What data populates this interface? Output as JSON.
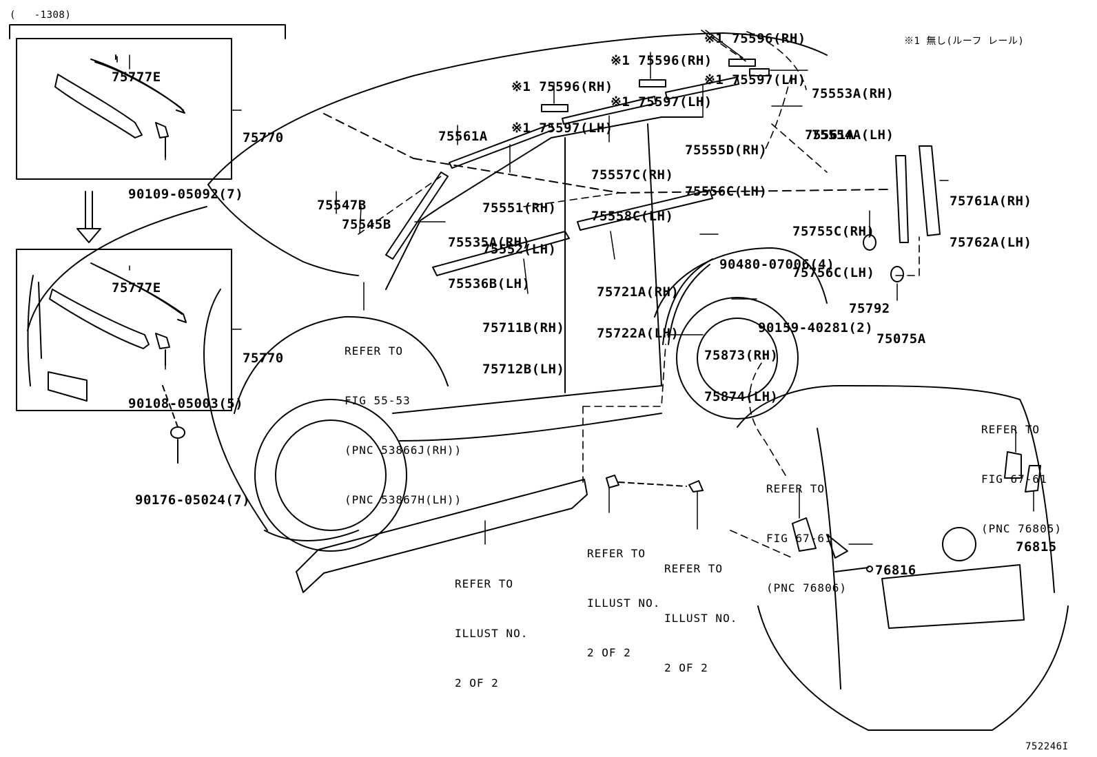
{
  "header": {
    "range_label": "(   -1308)"
  },
  "note": "※1 無し(ルーフ レール)",
  "figure_id": "752246I",
  "callouts": [
    {
      "id": "c75777E_top",
      "lines": [
        "75777E"
      ]
    },
    {
      "id": "c75770_top",
      "lines": [
        "75770"
      ]
    },
    {
      "id": "c90109",
      "lines": [
        "90109-05092(7)"
      ]
    },
    {
      "id": "c75777E_bot",
      "lines": [
        "75777E"
      ]
    },
    {
      "id": "c75770_bot",
      "lines": [
        "75770"
      ]
    },
    {
      "id": "c90108",
      "lines": [
        "90108-05003(5)"
      ]
    },
    {
      "id": "c90176",
      "lines": [
        "90176-05024(7)"
      ]
    },
    {
      "id": "c75547B",
      "lines": [
        "75547B"
      ]
    },
    {
      "id": "c75545B",
      "lines": [
        "75545B"
      ]
    },
    {
      "id": "c75561A_left",
      "lines": [
        "75561A"
      ]
    },
    {
      "id": "c75596_a",
      "lines": [
        "※1 75596(RH)",
        "※1 75597(LH)"
      ]
    },
    {
      "id": "c75596_b",
      "lines": [
        "※1 75596(RH)",
        "※1 75597(LH)"
      ]
    },
    {
      "id": "c75596_c",
      "lines": [
        "※1 75596(RH)",
        "※1 75597(LH)"
      ]
    },
    {
      "id": "c75553A",
      "lines": [
        "75553A(RH)",
        "75554A(LH)"
      ]
    },
    {
      "id": "c75561A_right",
      "lines": [
        "75561A"
      ]
    },
    {
      "id": "c75555D",
      "lines": [
        "75555D(RH)",
        "75556C(LH)"
      ]
    },
    {
      "id": "c75557C",
      "lines": [
        "75557C(RH)",
        "75558C(LH)"
      ]
    },
    {
      "id": "c75551",
      "lines": [
        "75551(RH)",
        "75552(LH)"
      ]
    },
    {
      "id": "c75535A",
      "lines": [
        "75535A(RH)",
        "75536B(LH)"
      ]
    },
    {
      "id": "c75761A",
      "lines": [
        "75761A(RH)",
        "75762A(LH)"
      ]
    },
    {
      "id": "c75755C",
      "lines": [
        "75755C(RH)",
        "75756C(LH)"
      ]
    },
    {
      "id": "c90480",
      "lines": [
        "90480-07006(4)"
      ]
    },
    {
      "id": "c75721A",
      "lines": [
        "75721A(RH)",
        "75722A(LH)"
      ]
    },
    {
      "id": "c75711B",
      "lines": [
        "75711B(RH)",
        "75712B(LH)"
      ]
    },
    {
      "id": "c75792",
      "lines": [
        "75792"
      ]
    },
    {
      "id": "c75075A",
      "lines": [
        "75075A"
      ]
    },
    {
      "id": "c90159",
      "lines": [
        "90159-40281(2)"
      ]
    },
    {
      "id": "c75873",
      "lines": [
        "75873(RH)",
        "75874(LH)"
      ]
    },
    {
      "id": "c76816",
      "lines": [
        "76816"
      ]
    },
    {
      "id": "c76815",
      "lines": [
        "76815"
      ]
    }
  ],
  "references": [
    {
      "id": "r_fig55",
      "lines": [
        "REFER TO",
        "FIG 55-53",
        "(PNC 53866J(RH))",
        "(PNC 53867H(LH))"
      ]
    },
    {
      "id": "r_fig67_right",
      "lines": [
        "REFER TO",
        "FIG 67-61",
        "(PNC 76805)"
      ]
    },
    {
      "id": "r_fig67_mid",
      "lines": [
        "REFER TO",
        "FIG 67-61",
        "(PNC 76806)"
      ]
    },
    {
      "id": "r_illust_a",
      "lines": [
        "REFER TO",
        "ILLUST NO.",
        "2 OF 2"
      ]
    },
    {
      "id": "r_illust_b",
      "lines": [
        "REFER TO",
        "ILLUST NO.",
        "2 OF 2"
      ]
    },
    {
      "id": "r_illust_c",
      "lines": [
        "REFER TO",
        "ILLUST NO.",
        "2 OF 2"
      ]
    }
  ]
}
